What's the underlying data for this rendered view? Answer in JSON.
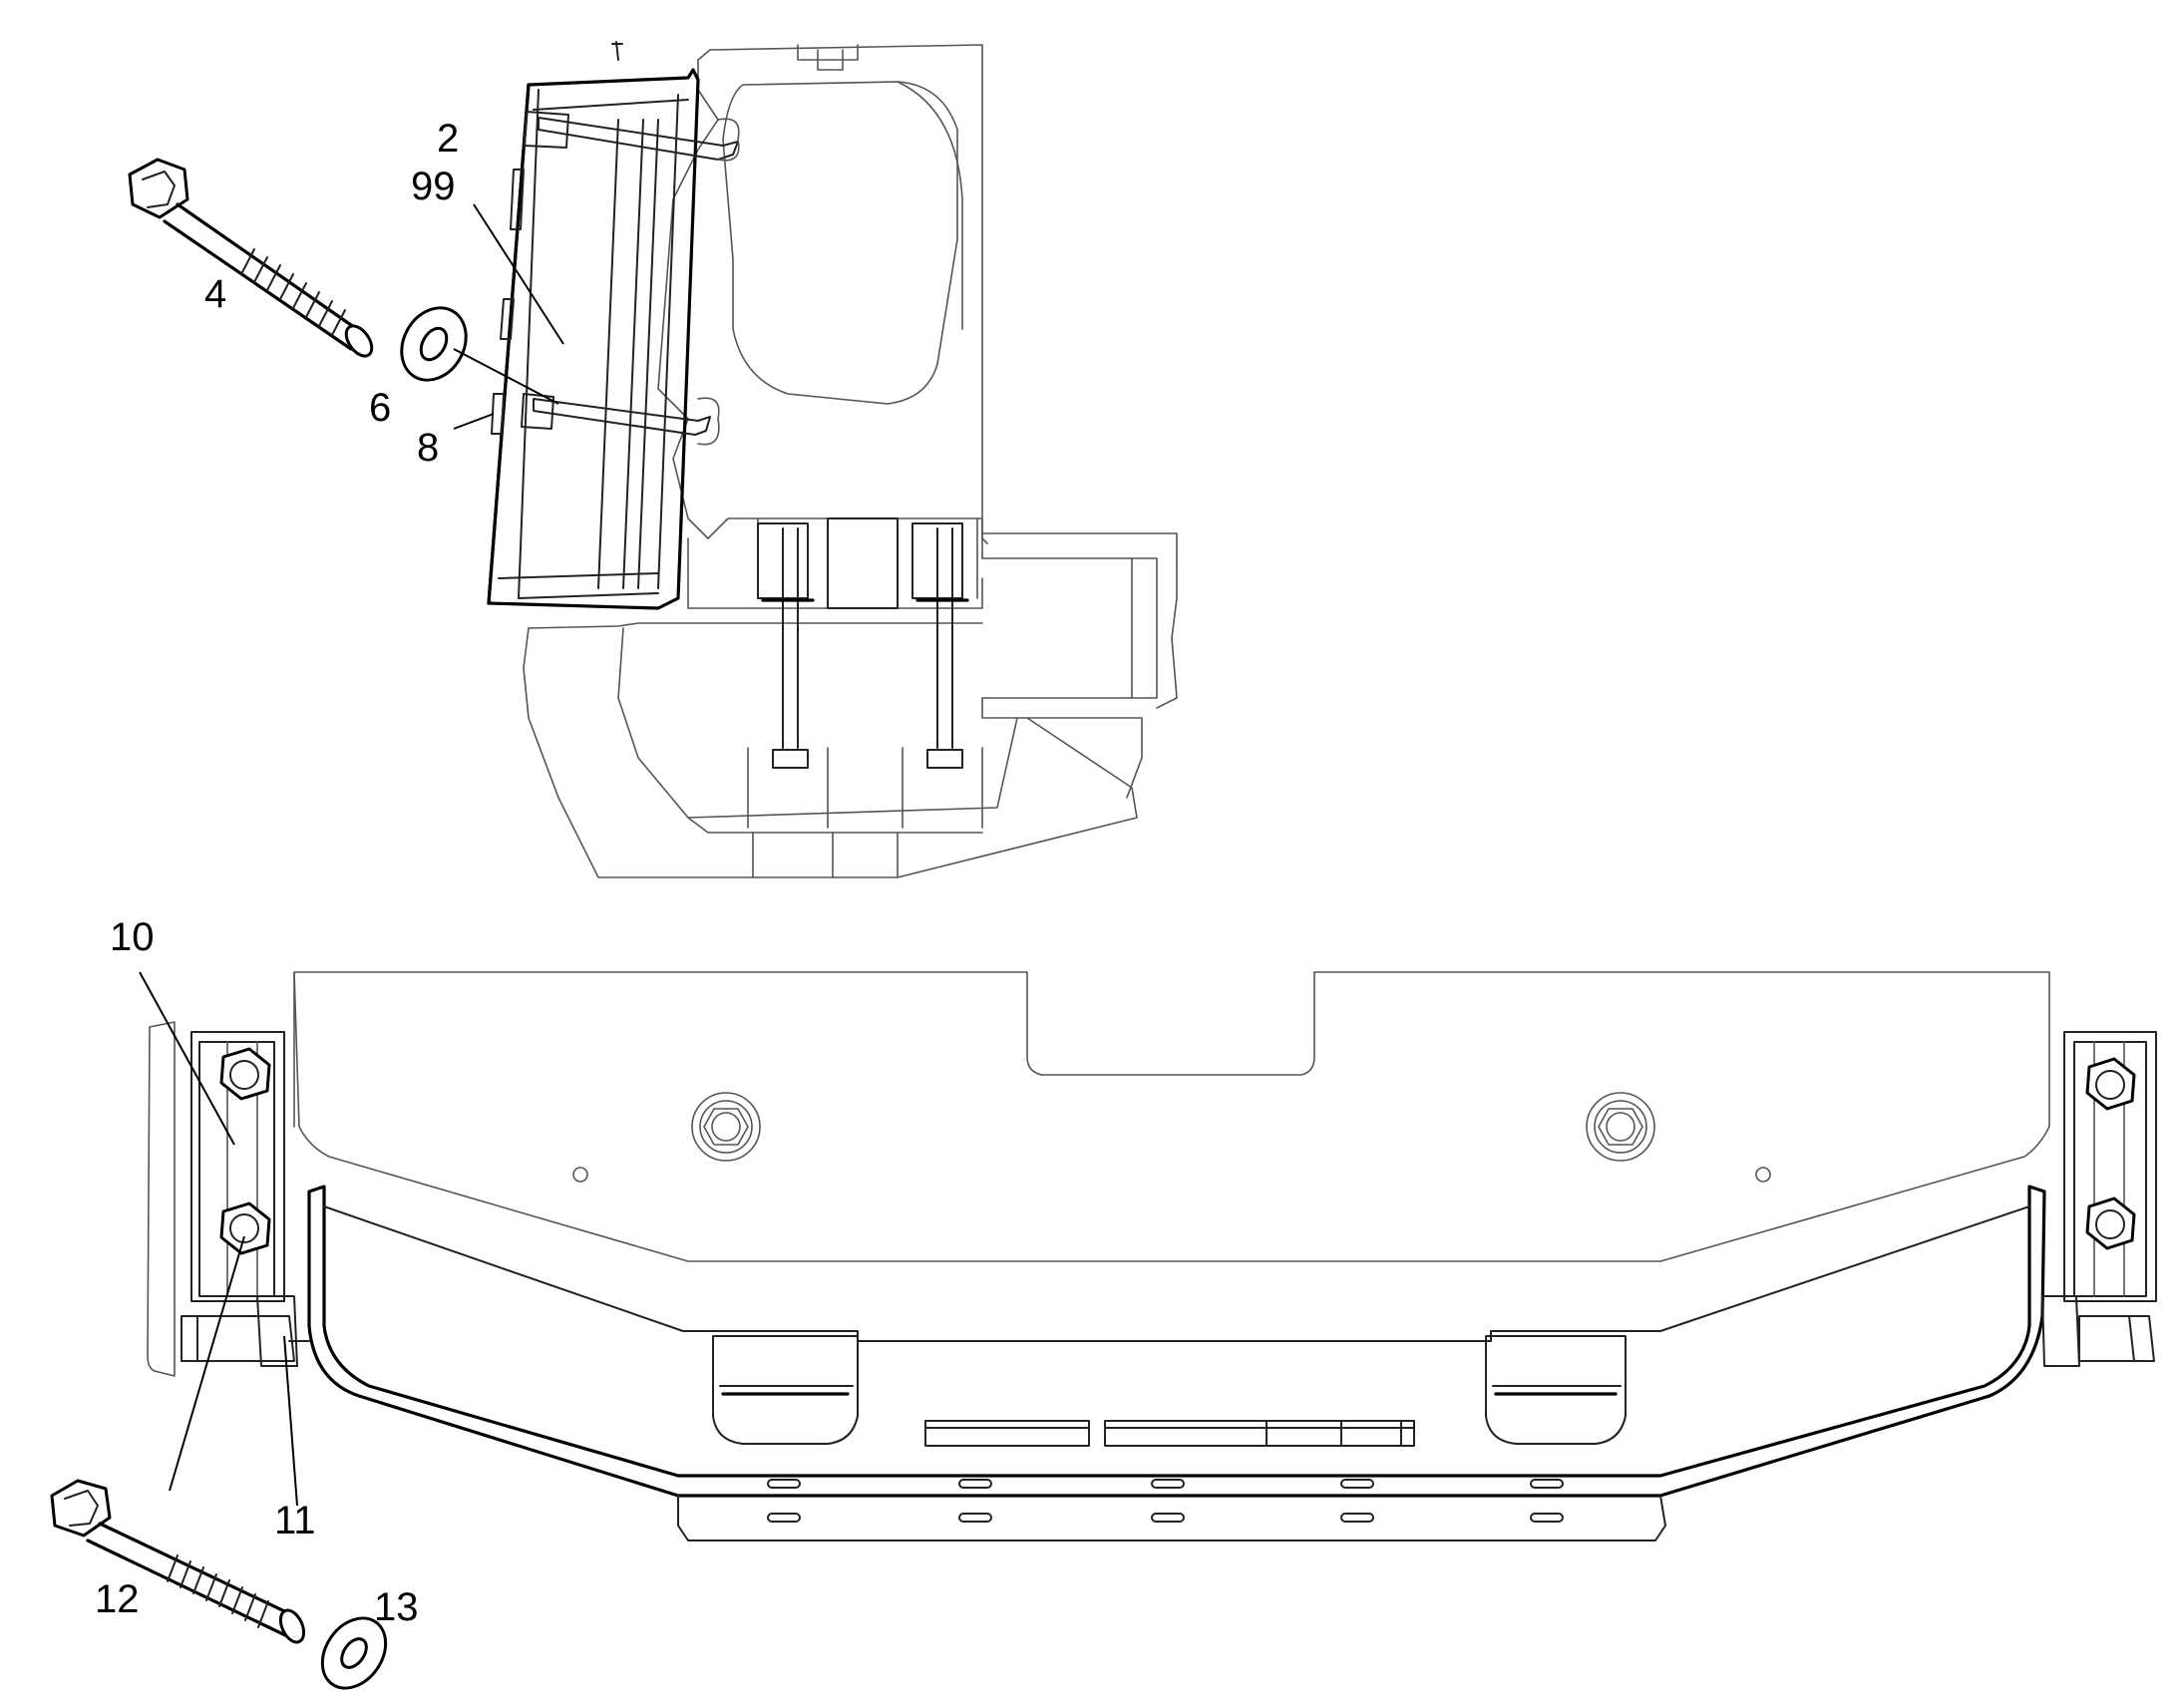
{
  "callouts": {
    "c2": "2",
    "c99": "99",
    "c4": "4",
    "c6": "6",
    "c8": "8",
    "c10": "10",
    "c11": "11",
    "c12": "12",
    "c13": "13"
  }
}
